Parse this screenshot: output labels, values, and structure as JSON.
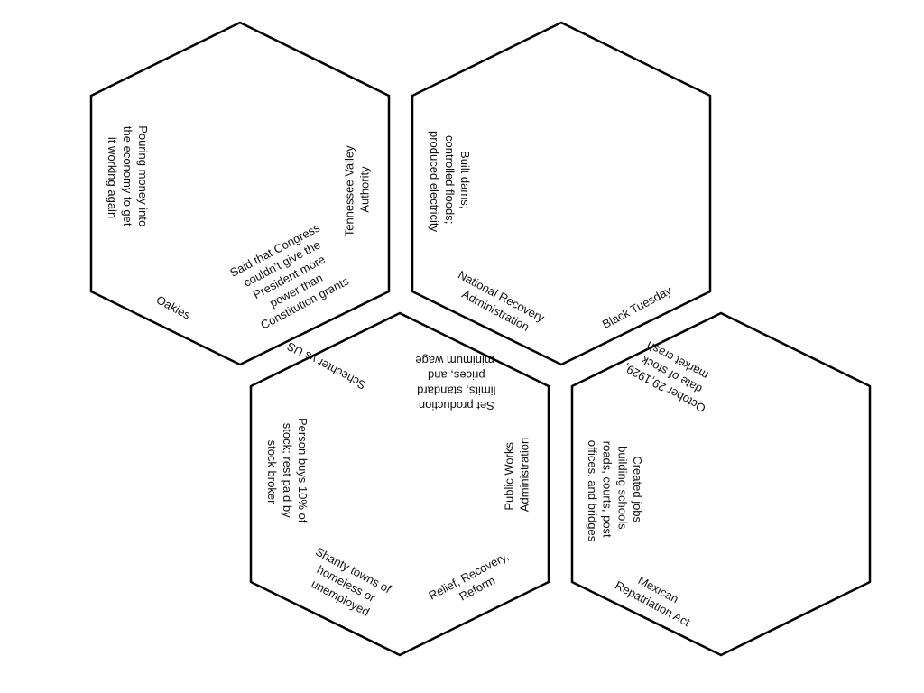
{
  "hexagons": [
    {
      "name": "hexagon-top-left",
      "labels": [
        [
          "Pouring money into",
          "the economy to get",
          "it working again"
        ],
        [
          "Tennessee Valley",
          "Authority"
        ],
        [
          "Said that Congress",
          "couldn’t give the",
          "President more",
          "power than",
          "Constitution grants"
        ],
        [
          "Oakies"
        ]
      ]
    },
    {
      "name": "hexagon-top-right",
      "labels": [
        [
          "Built dams;",
          "controlled floods;",
          "produced electricity"
        ],
        [
          "National Recovery",
          "Administration"
        ],
        [
          "Black Tuesday"
        ]
      ]
    },
    {
      "name": "hexagon-bottom-middle",
      "labels": [
        [
          "Schechter vs US"
        ],
        [
          "Set production",
          "limits, standard",
          "prices, and",
          "minimum wage"
        ],
        [
          "Public Works",
          "Administration"
        ],
        [
          "Relief, Recovery,",
          "Reform"
        ],
        [
          "Shanty towns of",
          "homeless or",
          "unemployed"
        ],
        [
          "Person buys 10% of",
          "stock; rest paid by",
          "stock broker"
        ]
      ]
    },
    {
      "name": "hexagon-bottom-right",
      "labels": [
        [
          "October 29,1929,",
          "date of stock",
          "market crash"
        ],
        [
          "Created jobs",
          "building schools,",
          "roads, courts, post",
          "offices, and bridges"
        ],
        [
          "Mexican",
          "Repatriation Act"
        ]
      ]
    }
  ]
}
